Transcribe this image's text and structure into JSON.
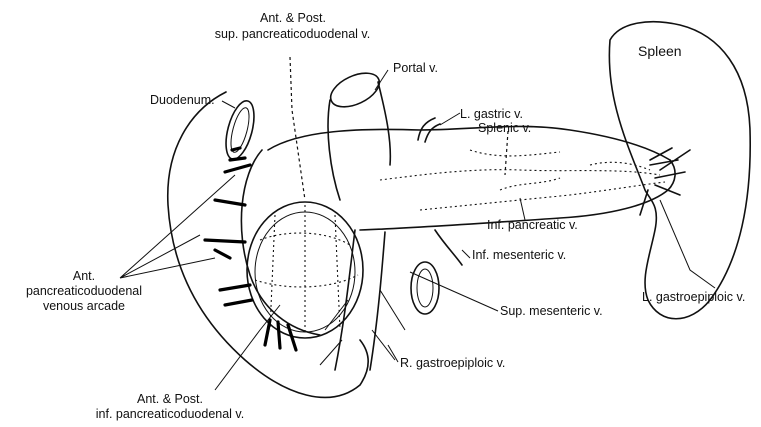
{
  "labels": {
    "ant_post_sup_1": "Ant. & Post.",
    "ant_post_sup_2": "sup. pancreaticoduodenal v.",
    "portal": "Portal v.",
    "l_gastric": "L. gastric v.",
    "spleen": "Spleen",
    "duodenum": "Duodenum.",
    "splenic": "Splenic v.",
    "inf_pancreatic": "Inf. pancreatic v.",
    "inf_mesenteric": "Inf. mesenteric v.",
    "l_gastroepiploic": "L. gastroepiploic v.",
    "arcade_1": "Ant.",
    "arcade_2": "pancreaticoduodenal",
    "arcade_3": "venous arcade",
    "sup_mesenteric": "Sup. mesenteric v.",
    "r_gastroepiploic": "R. gastroepiploic v.",
    "ant_post_inf_1": "Ant. & Post.",
    "ant_post_inf_2": "inf. pancreaticoduodenal v."
  }
}
